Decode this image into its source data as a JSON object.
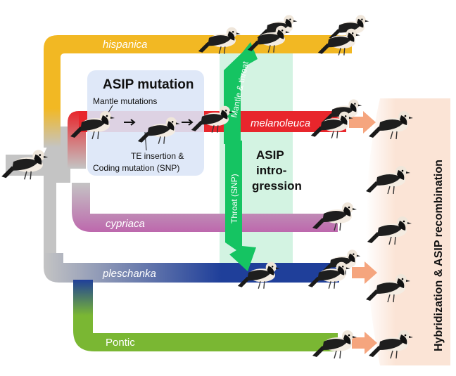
{
  "lineages": {
    "hispanica": "hispanica",
    "melanoleuca": "melanoleuca",
    "cypriaca": "cypriaca",
    "pleschanka": "pleschanka",
    "pontic": "Pontic"
  },
  "mutation_box": {
    "title": "ASIP mutation",
    "mantle": "Mantle mutations",
    "te_line1": "TE insertion &",
    "te_line2": "Coding mutation (SNP)"
  },
  "introgression": {
    "line1": "ASIP",
    "line2": "intro-",
    "line3": "gression",
    "arrow_up": "Mantle & throat",
    "arrow_down": "Throat (SNP)"
  },
  "recombination": "Hybridization & ASIP recombination",
  "colors": {
    "hispanica": "#f2b823",
    "melanoleuca": "#e8262c",
    "cypriaca": "#bd68ad",
    "pleschanka": "#1f3f9a",
    "pontic": "#7ab733",
    "ancestral": "#c4c4c4",
    "introgression_band": "#d3f3e2",
    "arrow_green": "#15c462",
    "hybrid_arrow": "#f5a57e",
    "hybrid_zone": "#fbe4d6",
    "mutation_box": "#dce6f7"
  }
}
